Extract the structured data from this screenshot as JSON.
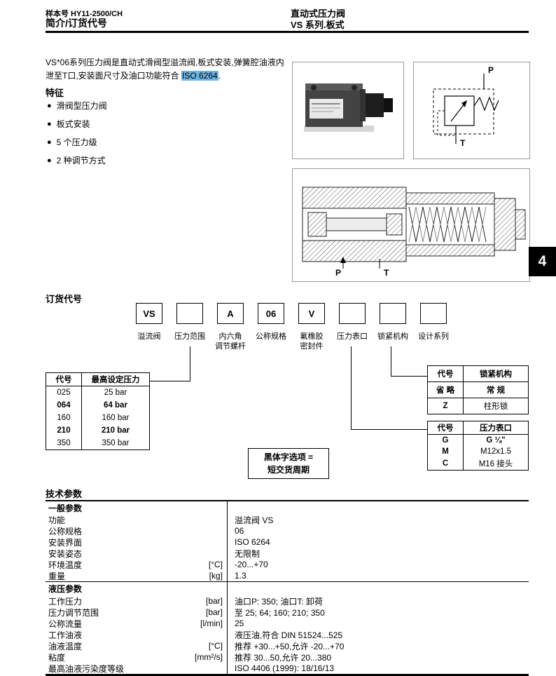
{
  "colors": {
    "highlight": "#6db4e2",
    "tab_bg": "#000000",
    "rule": "#000000"
  },
  "header": {
    "sample_no": "样本号 HY11-2500/CH",
    "section_title": "简介/订货代号",
    "product_title": "直动式压力阀",
    "series_title": "VS 系列.板式"
  },
  "page_tab": "4",
  "intro": {
    "text_before": "VS*06系列压力阀是直动式滑阀型溢流阀,板式安装,弹簧腔油液内泄至T口,安装面尺寸及油口功能符合 ",
    "highlight": "ISO 6264",
    "text_after": "."
  },
  "features": {
    "title": "特征",
    "items": [
      "滑阀型压力阀",
      "板式安装",
      "5 个压力级",
      "2 种调节方式"
    ]
  },
  "diagrams": {
    "symbol_port_p": "P",
    "symbol_port_t": "T",
    "section_port_p": "P",
    "section_port_t": "T"
  },
  "ordering": {
    "title": "订货代号",
    "columns": [
      {
        "code": "VS",
        "label": "溢流阀"
      },
      {
        "code": "",
        "label": "压力范围"
      },
      {
        "code": "A",
        "label": "内六角\n调节螺杆"
      },
      {
        "code": "06",
        "label": "公称规格"
      },
      {
        "code": "V",
        "label": "氟橡胶\n密封件"
      },
      {
        "code": "",
        "label": "压力表口"
      },
      {
        "code": "",
        "label": "锁紧机构"
      },
      {
        "code": "",
        "label": "设计系列"
      }
    ]
  },
  "pressure_table": {
    "col1": "代号",
    "col2": "最高设定压力",
    "rows": [
      {
        "code": "025",
        "value": "25 bar"
      },
      {
        "code": "064",
        "value": "64 bar"
      },
      {
        "code": "160",
        "value": "160 bar"
      },
      {
        "code": "210",
        "value": "210 bar"
      },
      {
        "code": "350",
        "value": "350 bar"
      }
    ]
  },
  "lock_table": {
    "col1": "代号",
    "col2": "锁紧机构",
    "rows": [
      {
        "code": "省 略",
        "value": "常 规"
      },
      {
        "code": "Z",
        "value": "柱形锁"
      }
    ]
  },
  "gauge_table": {
    "col1": "代号",
    "col2": "压力表口",
    "rows": [
      {
        "code": "G",
        "value": "G ¼\""
      },
      {
        "code": "M",
        "value": "M12x1.5"
      },
      {
        "code": "C",
        "value": "M16 接头"
      }
    ]
  },
  "note_box": {
    "line1": "黑体字选项 =",
    "line2": "短交货周期"
  },
  "tech": {
    "title": "技术参数",
    "general": {
      "header": "一般参数",
      "rows": [
        {
          "label": "功能",
          "unit": "",
          "value": "溢流阀 VS"
        },
        {
          "label": "公称规格",
          "unit": "",
          "value": "06"
        },
        {
          "label": "安装界面",
          "unit": "",
          "value": "ISO 6264"
        },
        {
          "label": "安装姿态",
          "unit": "",
          "value": "无限制"
        },
        {
          "label": "环境温度",
          "unit": "[°C]",
          "value": "-20...+70"
        },
        {
          "label": "重量",
          "unit": "[kg]",
          "value": "1.3"
        }
      ]
    },
    "hydraulic": {
      "header": "液压参数",
      "rows": [
        {
          "label": "工作压力",
          "unit": "[bar]",
          "value": "油口P: 350;  油口T: 卸荷"
        },
        {
          "label": "压力调节范围",
          "unit": "[bar]",
          "value": "至 25; 64; 160; 210; 350"
        },
        {
          "label": "公称流量",
          "unit": "[l/min]",
          "value": "25"
        },
        {
          "label": "工作油液",
          "unit": "",
          "value": "液压油,符合 DIN 51524...525"
        },
        {
          "label": "油液温度",
          "unit": "[°C]",
          "value": "推荐 +30...+50,允许 -20...+70"
        },
        {
          "label": "粘度",
          "unit": "[mm²/s]",
          "value": "推荐 30...50,允许 20...380"
        },
        {
          "label": "最高油液污染度等级",
          "unit": "",
          "value": "ISO 4406 (1999): 18/16/13"
        }
      ]
    }
  }
}
